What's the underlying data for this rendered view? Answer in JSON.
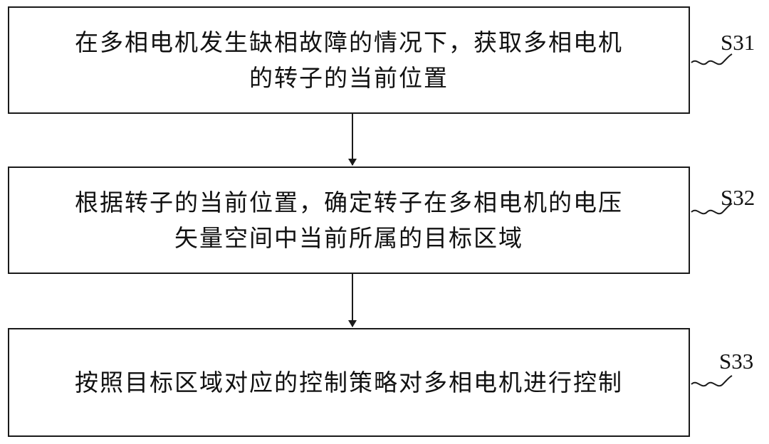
{
  "steps": [
    {
      "id": "S31",
      "lines": [
        "在多相电机发生缺相故障的情况下，获取多相电机",
        "的转子的当前位置"
      ]
    },
    {
      "id": "S32",
      "lines": [
        "根据转子的当前位置，确定转子在多相电机的电压",
        "矢量空间中当前所属的目标区域"
      ]
    },
    {
      "id": "S33",
      "lines": [
        "按照目标区域对应的控制策略对多相电机进行控制"
      ]
    }
  ]
}
